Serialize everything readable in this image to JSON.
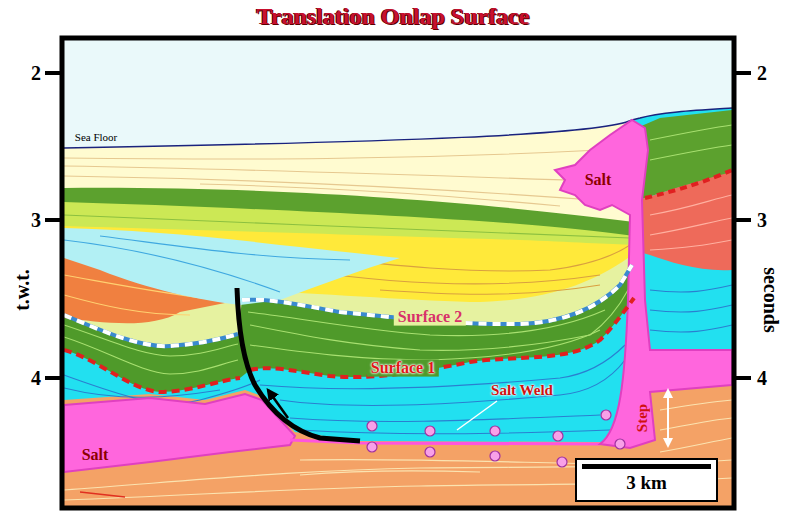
{
  "diagram": {
    "title": "Translation Onlap Surface",
    "nodes": [
      {
        "text": [
          "3 km"
        ]
      }
    ],
    "edges": [],
    "labels": [
      "t.w.t.",
      "seconds",
      "2",
      "3",
      "4",
      "2",
      "3",
      "4",
      "Sea Floor",
      "Salt",
      "Surface 2",
      "Surface 1",
      "Salt Weld",
      "Salt",
      "Step"
    ]
  }
}
